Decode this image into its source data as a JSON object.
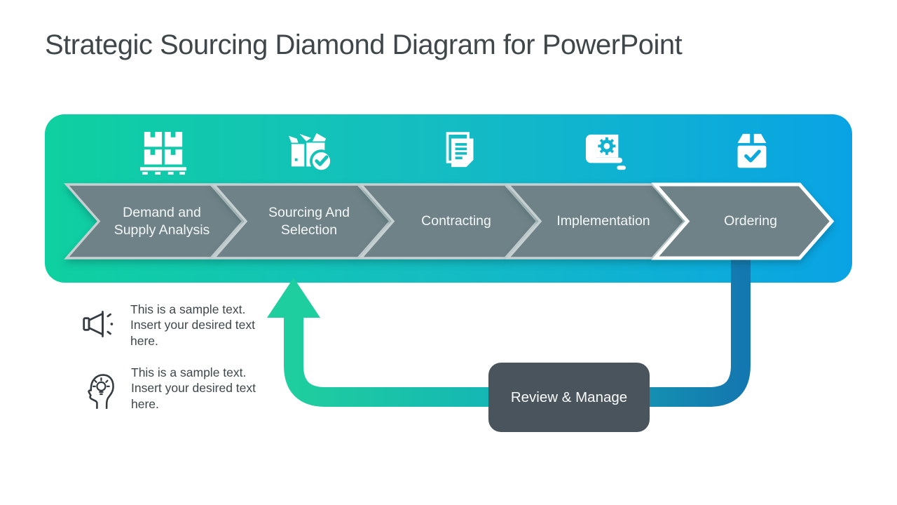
{
  "title": "Strategic Sourcing Diamond Diagram for PowerPoint",
  "banner": {
    "gradient_start": "#0FD0A0",
    "gradient_end": "#09A3E5",
    "chevron_fill": "#6F8287",
    "chevron_border": "#C6D0D2",
    "highlight_border": "#FFFFFF",
    "stages": [
      {
        "label": "Demand and Supply Analysis",
        "icon": "pallet-boxes-icon"
      },
      {
        "label": "Sourcing And Selection",
        "icon": "box-check-icon"
      },
      {
        "label": "Contracting",
        "icon": "documents-icon"
      },
      {
        "label": "Implementation",
        "icon": "blueprint-gear-icon"
      },
      {
        "label": "Ordering",
        "icon": "package-check-icon"
      }
    ]
  },
  "loop": {
    "label": "Review & Manage",
    "box_color": "#4A545D",
    "arrow_green": "#1FCE9E",
    "arrow_mid": "#14B6B4",
    "arrow_blue": "#1478B0"
  },
  "notes": [
    {
      "icon": "megaphone-icon",
      "text": "This is a sample text. Insert your desired text here."
    },
    {
      "icon": "head-idea-icon",
      "text": "This is a sample text. Insert your desired text here."
    }
  ]
}
